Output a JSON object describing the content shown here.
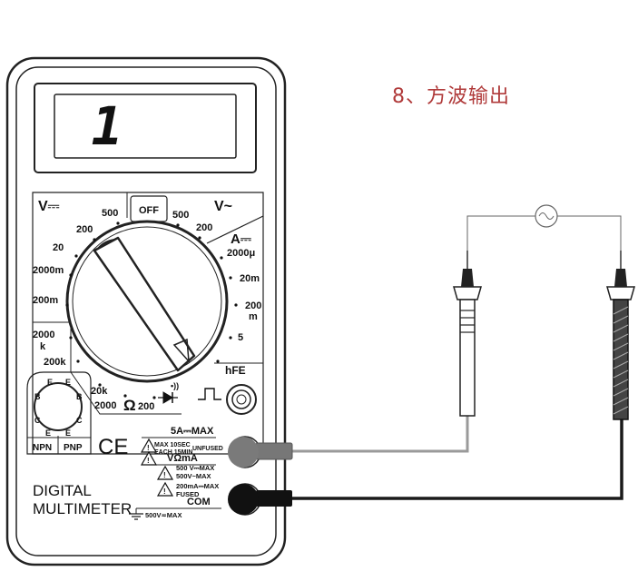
{
  "heading": "8、方波输出",
  "meter": {
    "display_value": "1",
    "dial": {
      "dcv": {
        "title": "V⎓",
        "ranges": [
          "500",
          "200",
          "20",
          "2000m",
          "200m"
        ]
      },
      "off": "OFF",
      "acv": {
        "title": "V~",
        "ranges": [
          "500",
          "200"
        ]
      },
      "dca": {
        "title": "A⎓",
        "ranges": [
          "2000μ",
          "20m",
          "200m",
          "5"
        ]
      },
      "hfe": "hFE",
      "ohms": {
        "symbol": "Ω",
        "ranges": [
          "2000k",
          "200k",
          "20k",
          "2000",
          "200"
        ]
      }
    },
    "transistor_socket": {
      "pins": [
        "E",
        "B",
        "C",
        "E",
        "E",
        "B",
        "C",
        "E"
      ],
      "npn": "NPN",
      "pnp": "PNP"
    },
    "ce_mark": "CE",
    "brand": [
      "DIGITAL",
      "MULTIMETER"
    ],
    "jacks": {
      "a10": {
        "label": "5A⎓MAX",
        "note1": "MAX 10SEC",
        "note2": "EACH 15MIN",
        "note3": "UNFUSED"
      },
      "vma": {
        "label": "VΩmA",
        "note1": "500  V⎓MAX",
        "note2": "500V~MAX",
        "note3": "200mA⎓MAX",
        "note4": "FUSED"
      },
      "com": {
        "label": "COM",
        "note1": "500V≂MAX"
      }
    }
  },
  "colors": {
    "outline": "#222222",
    "red_lead_wire": "#9a9a9a",
    "black_lead_wire": "#1a1a1a",
    "heading": "#b03a3a"
  },
  "icons": [
    "ac-source-icon",
    "warning-triangle-icon",
    "square-wave-icon",
    "diode-icon",
    "ground-icon",
    "probe-icon"
  ]
}
